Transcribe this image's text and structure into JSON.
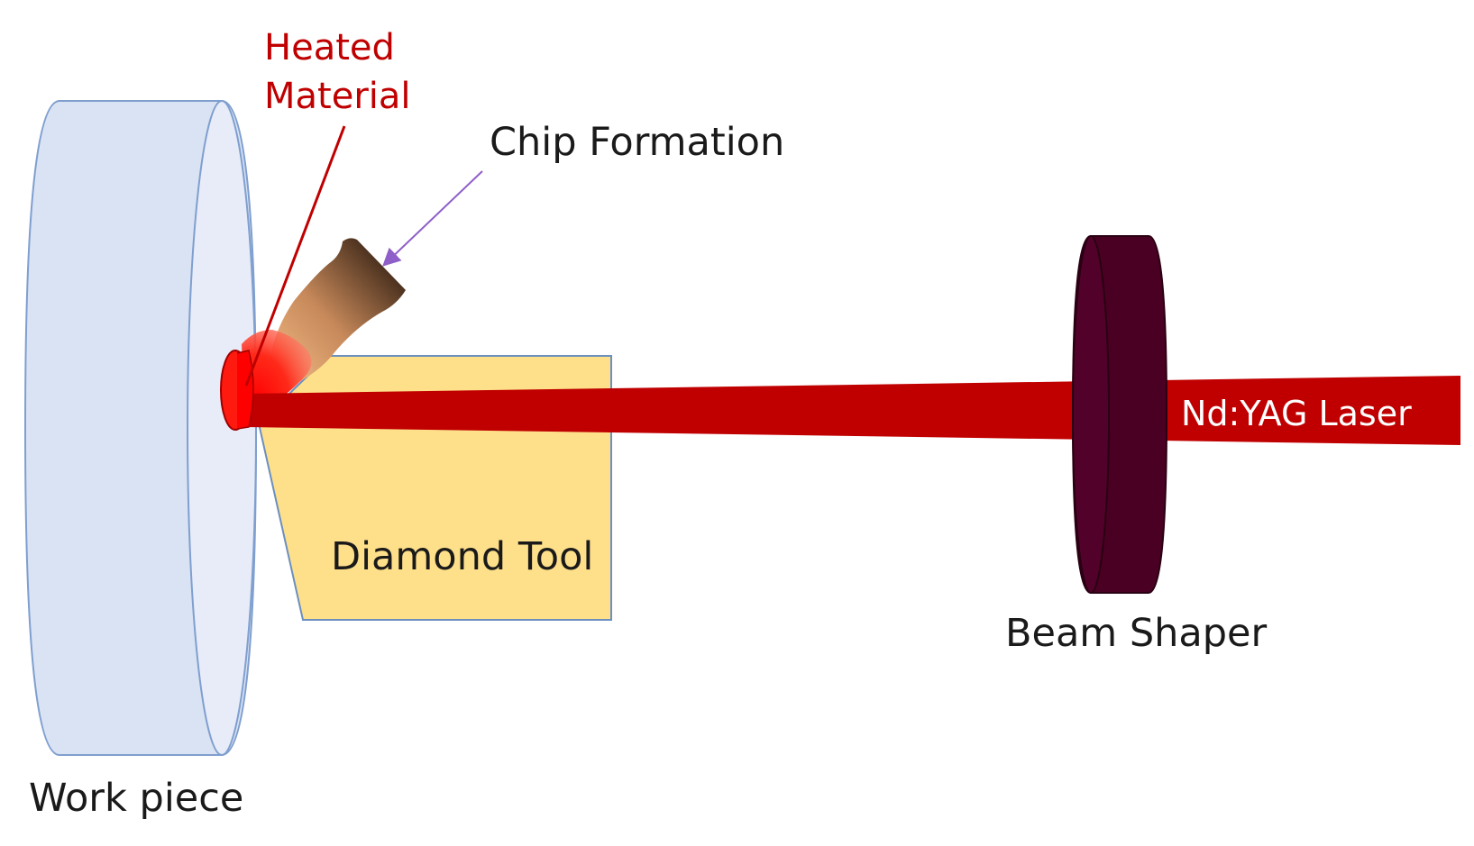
{
  "labels": {
    "heated_material_line1": "Heated",
    "heated_material_line2": "Material",
    "chip_formation": "Chip Formation",
    "diamond_tool": "Diamond Tool",
    "laser": "Nd:YAG Laser",
    "beam_shaper": "Beam Shaper",
    "work_piece": "Work piece"
  },
  "colors": {
    "workpiece_fill": "#dae3f3",
    "workpiece_face": "#e7ecf8",
    "workpiece_stroke": "#7f9fcf",
    "tool_fill": "#ffe08a",
    "tool_stroke": "#6b8fbf",
    "laser": "#c00000",
    "heated_zone": "#ff0000",
    "beam_shaper": "#4a0022",
    "chip_start": "#f0b080",
    "chip_end": "#1a0d05",
    "chip_arrow": "#8e5fc8",
    "heated_label": "#c00000",
    "text": "#1a1a1a"
  },
  "icons": {
    "work_piece": "cylinder-disc",
    "diamond_tool": "tool-block",
    "beam_shaper": "lens-disc",
    "chip": "curled-chip",
    "laser": "beam"
  }
}
